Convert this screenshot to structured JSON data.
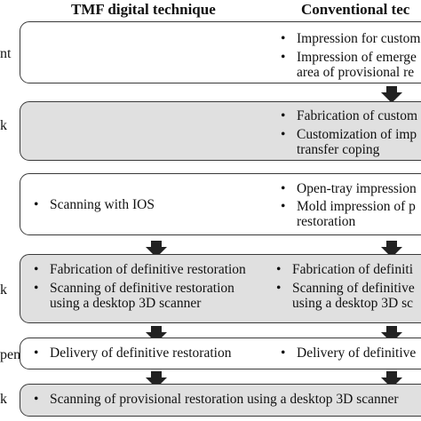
{
  "headers": {
    "tmf": "TMF digital technique",
    "conventional": "Conventional  tec"
  },
  "side_labels": [
    "nt",
    "k",
    "k",
    "pent",
    "k"
  ],
  "bullet": "•",
  "steps": [
    {
      "tmf": [],
      "conventional": [
        [
          "Impression for custom"
        ],
        [
          "Impression of emerge",
          "area of provisional re"
        ]
      ]
    },
    {
      "tmf": [],
      "conventional": [
        [
          "Fabrication of custom"
        ],
        [
          "Customization of imp",
          "transfer coping"
        ]
      ]
    },
    {
      "tmf": [
        [
          "Scanning with IOS"
        ]
      ],
      "conventional": [
        [
          "Open-tray impression"
        ],
        [
          "Mold impression of p",
          "restoration"
        ]
      ]
    },
    {
      "tmf": [
        [
          "Fabrication of definitive restoration"
        ],
        [
          "Scanning of definitive restoration",
          "using a desktop 3D scanner"
        ]
      ],
      "conventional": [
        [
          "Fabrication of definiti"
        ],
        [
          "Scanning of definitive",
          "using a desktop 3D sc"
        ]
      ]
    },
    {
      "tmf": [
        [
          "Delivery of definitive restoration"
        ]
      ],
      "conventional": [
        [
          "Delivery of definitive"
        ]
      ]
    },
    {
      "shared": [
        [
          "Scanning of provisional restoration using a desktop 3D scanner"
        ]
      ]
    }
  ]
}
